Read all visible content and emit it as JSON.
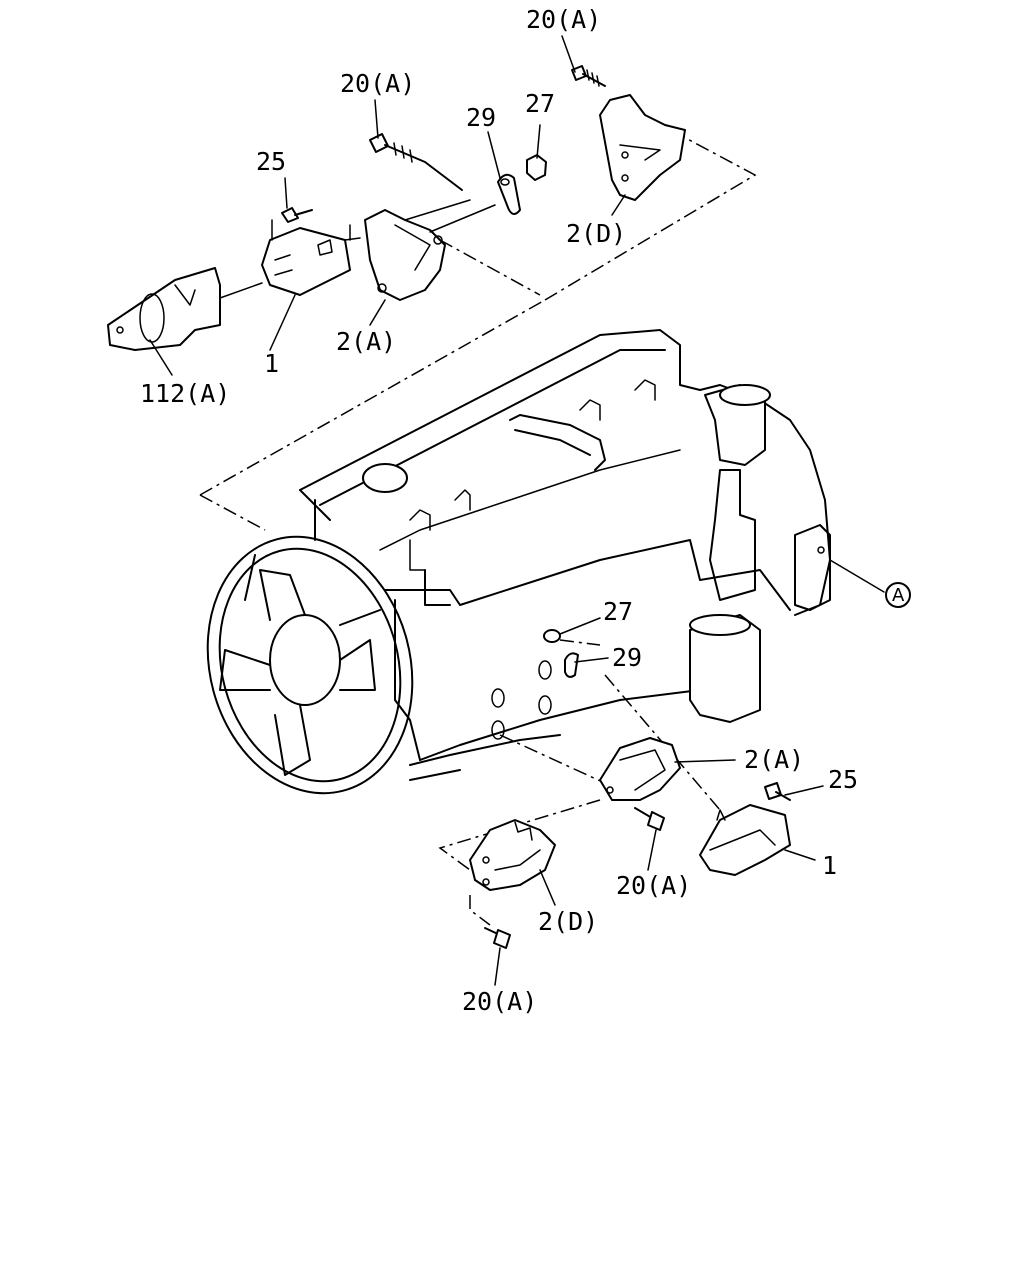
{
  "callouts": {
    "bolt_top_right": "20(A)",
    "bolt_top_left": "20(A)",
    "nut_top": "27",
    "washer_top": "29",
    "bolt_small_top": "25",
    "bracket_d_top": "2(D)",
    "bracket_a_top": "2(A)",
    "mount_top": "1",
    "support_top": "112(A)",
    "nut_lower": "27",
    "washer_lower": "29",
    "bracket_a_lower": "2(A)",
    "bolt_small_lower": "25",
    "mount_lower": "1",
    "bolt_lower_mid": "20(A)",
    "bracket_d_lower": "2(D)",
    "bolt_lower_bottom": "20(A)",
    "ref_a": "A"
  }
}
